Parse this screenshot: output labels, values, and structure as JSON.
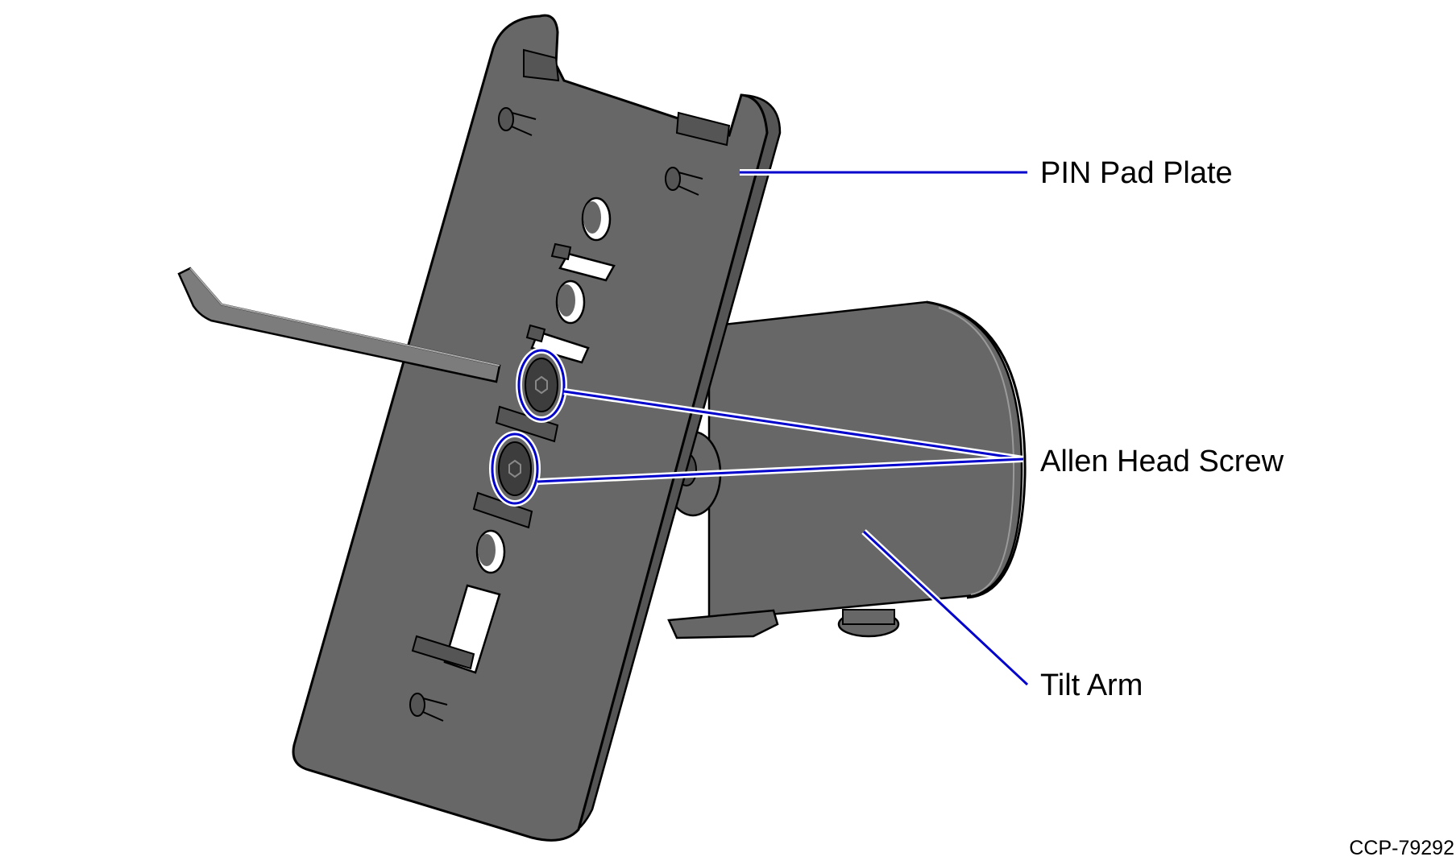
{
  "callouts": [
    {
      "id": "pin-pad-plate",
      "label": "PIN Pad Plate"
    },
    {
      "id": "allen-head-screw",
      "label": "Allen Head Screw"
    },
    {
      "id": "tilt-arm",
      "label": "Tilt Arm"
    }
  ],
  "figure_id": "CCP-79292",
  "colors": {
    "part_fill": "#676767",
    "part_edge": "#000000",
    "leader": "#0000cc",
    "background": "#ffffff"
  }
}
